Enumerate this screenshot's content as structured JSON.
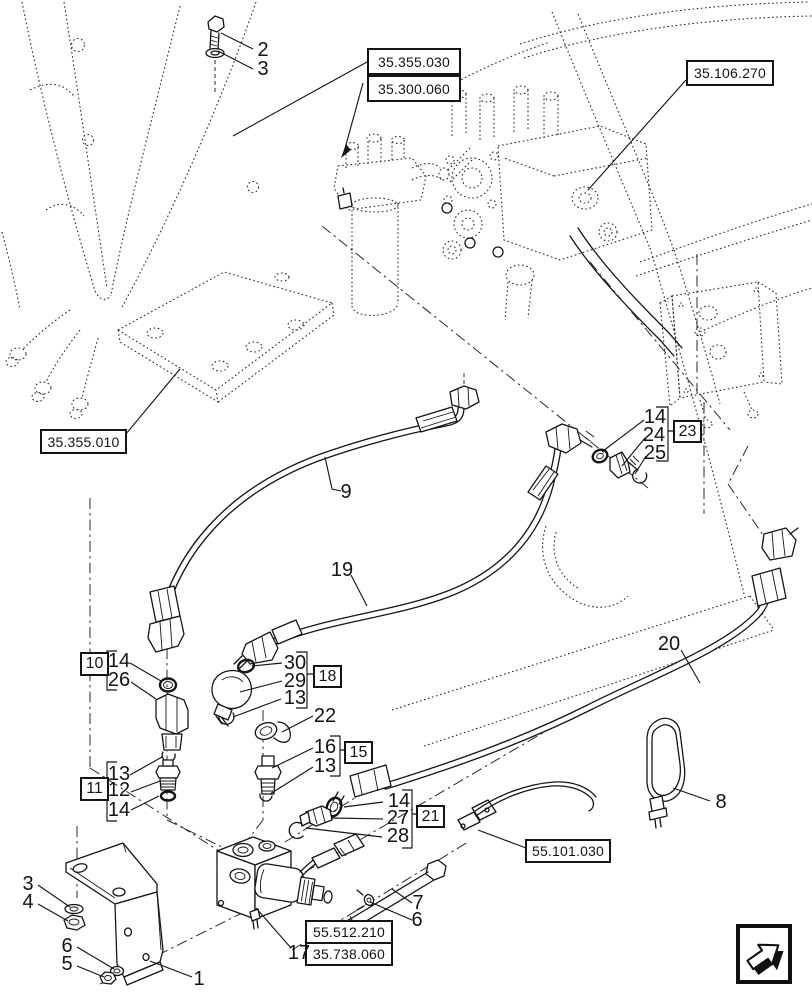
{
  "colors": {
    "ink": "#1c1c1c",
    "paper": "#ffffff"
  },
  "ref_boxes": {
    "bracket_upper": {
      "label": "35.355.030"
    },
    "filter": {
      "label": "35.300.060"
    },
    "pump": {
      "label": "35.106.270"
    },
    "plate": {
      "label": "35.355.010"
    },
    "harness": {
      "label": "55.101.030"
    },
    "valve_a": {
      "label": "55.512.210"
    },
    "valve_b": {
      "label": "35.738.060"
    }
  },
  "boxed_callouts": {
    "b10": {
      "label": "10"
    },
    "b11": {
      "label": "11"
    },
    "b15": {
      "label": "15"
    },
    "b18": {
      "label": "18"
    },
    "b21": {
      "label": "21"
    },
    "b23": {
      "label": "23"
    }
  },
  "callouts": {
    "c1": {
      "label": "1"
    },
    "c2": {
      "label": "2"
    },
    "c3_top": {
      "label": "3"
    },
    "c3_bl": {
      "label": "3"
    },
    "c4": {
      "label": "4"
    },
    "c5": {
      "label": "5"
    },
    "c6_bl": {
      "label": "6"
    },
    "c6_r": {
      "label": "6"
    },
    "c7": {
      "label": "7"
    },
    "c8": {
      "label": "8"
    },
    "c9": {
      "label": "9"
    },
    "c12": {
      "label": "12"
    },
    "c13_a": {
      "label": "13"
    },
    "c13_b": {
      "label": "13"
    },
    "c13_c": {
      "label": "13"
    },
    "c14_a": {
      "label": "14"
    },
    "c14_b": {
      "label": "14"
    },
    "c14_c": {
      "label": "14"
    },
    "c14_r": {
      "label": "14"
    },
    "c16": {
      "label": "16"
    },
    "c17": {
      "label": "17"
    },
    "c19": {
      "label": "19"
    },
    "c20": {
      "label": "20"
    },
    "c22": {
      "label": "22"
    },
    "c24": {
      "label": "24"
    },
    "c25": {
      "label": "25"
    },
    "c26": {
      "label": "26"
    },
    "c27": {
      "label": "27"
    },
    "c28": {
      "label": "28"
    },
    "c29": {
      "label": "29"
    },
    "c30": {
      "label": "30"
    }
  },
  "nav": {
    "icon": "forward-arrow-icon"
  }
}
